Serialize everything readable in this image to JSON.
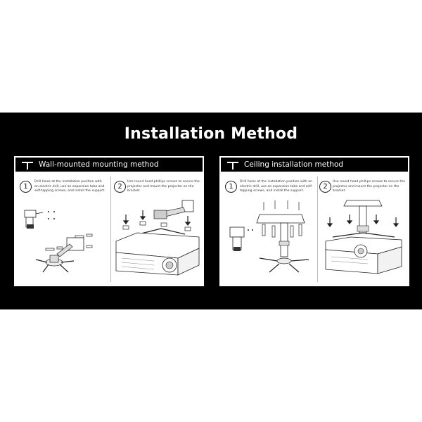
{
  "title": "Installation Method",
  "panels": {
    "wall": {
      "title": "Wall-mounted mounting method",
      "step1": {
        "num": "1",
        "text": "Drill holes at the installation position with an electric drill, use an expansion tube and self-tapping screws, and install the support."
      },
      "step2": {
        "num": "2",
        "text": "Use round head phillips screws to secure the projector and mount the projector on the bracket."
      }
    },
    "ceiling": {
      "title": "Ceiling installation method",
      "step1": {
        "num": "1",
        "text": "Drill holes at the installation position with an electric drill, use an expansion tube and self-tapping screws, and install the support."
      },
      "step2": {
        "num": "2",
        "text": "Use round head phillips screws to secure the projector and mount the projector on the bracket."
      }
    }
  },
  "colors": {
    "band": "#000000",
    "text": "#ffffff",
    "panel": "#ffffff"
  },
  "icons": [
    "bracket-t-icon",
    "step-number-icon"
  ]
}
